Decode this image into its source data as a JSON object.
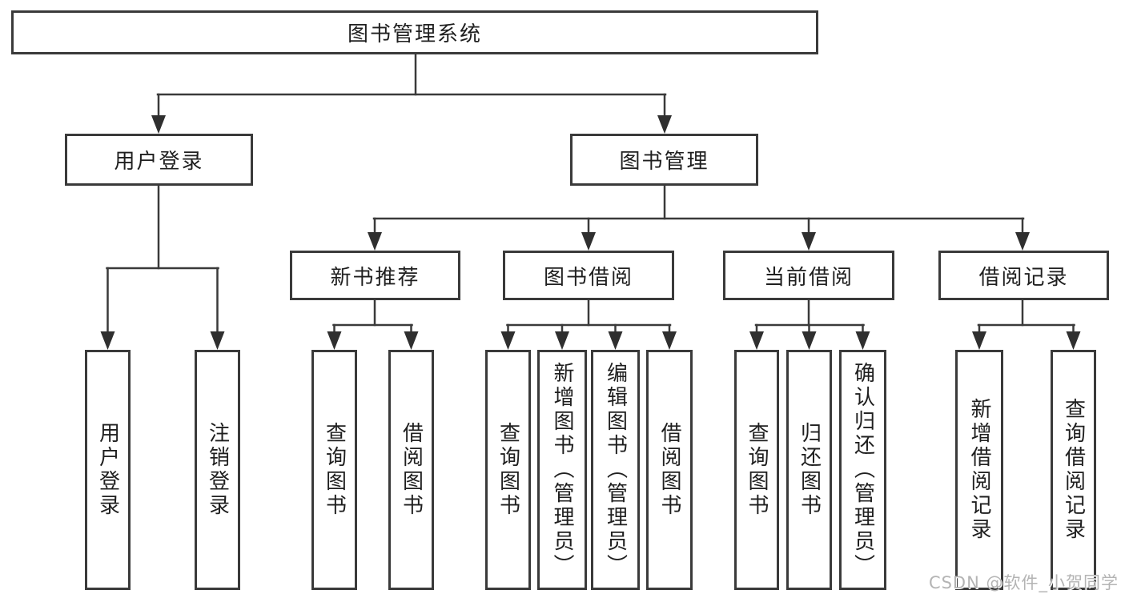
{
  "colors": {
    "line": "#3a3a3a",
    "box_border": "#3a3a3a",
    "text": "#1f1f1f",
    "background": "#ffffff",
    "watermark": "#b4b4b4"
  },
  "watermark": {
    "text": "CSDN @软件_小贺同学"
  },
  "diagram": {
    "root": {
      "label": "图书管理系统"
    },
    "branches": [
      {
        "label": "用户登录",
        "children": [
          {
            "label": "用户登录"
          },
          {
            "label": "注销登录"
          }
        ]
      },
      {
        "label": "图书管理",
        "children": [
          {
            "label": "新书推荐",
            "children": [
              {
                "label": "查询图书"
              },
              {
                "label": "借阅图书"
              }
            ]
          },
          {
            "label": "图书借阅",
            "children": [
              {
                "label": "查询图书"
              },
              {
                "label": "新增图书（管理员）"
              },
              {
                "label": "编辑图书（管理员）"
              },
              {
                "label": "借阅图书"
              }
            ]
          },
          {
            "label": "当前借阅",
            "children": [
              {
                "label": "查询图书"
              },
              {
                "label": "归还图书"
              },
              {
                "label": "确认归还（管理员）"
              }
            ]
          },
          {
            "label": "借阅记录",
            "children": [
              {
                "label": "新增借阅记录"
              },
              {
                "label": "查询借阅记录"
              }
            ]
          }
        ]
      }
    ]
  }
}
